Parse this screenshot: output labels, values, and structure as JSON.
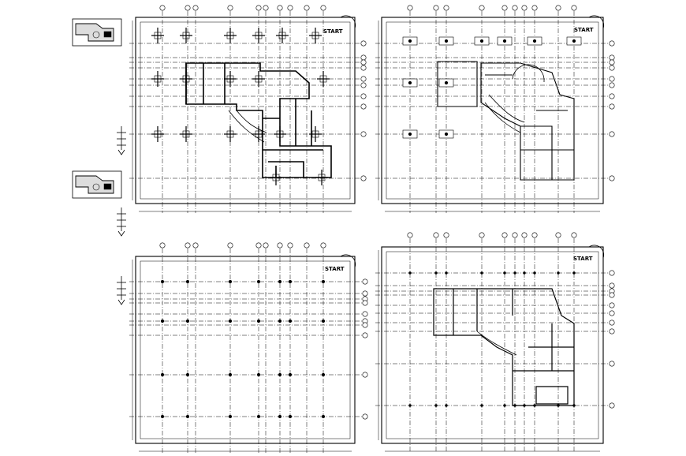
{
  "sheet": {
    "plans": [
      {
        "id": "plan-top-left",
        "start_label": "START"
      },
      {
        "id": "plan-top-right",
        "start_label": "START"
      },
      {
        "id": "plan-bottom-left",
        "start_label": "START"
      },
      {
        "id": "plan-bottom-right",
        "start_label": "START"
      }
    ]
  },
  "colors": {
    "ink": "#000000",
    "paper": "#ffffff",
    "grid": "#111111"
  }
}
